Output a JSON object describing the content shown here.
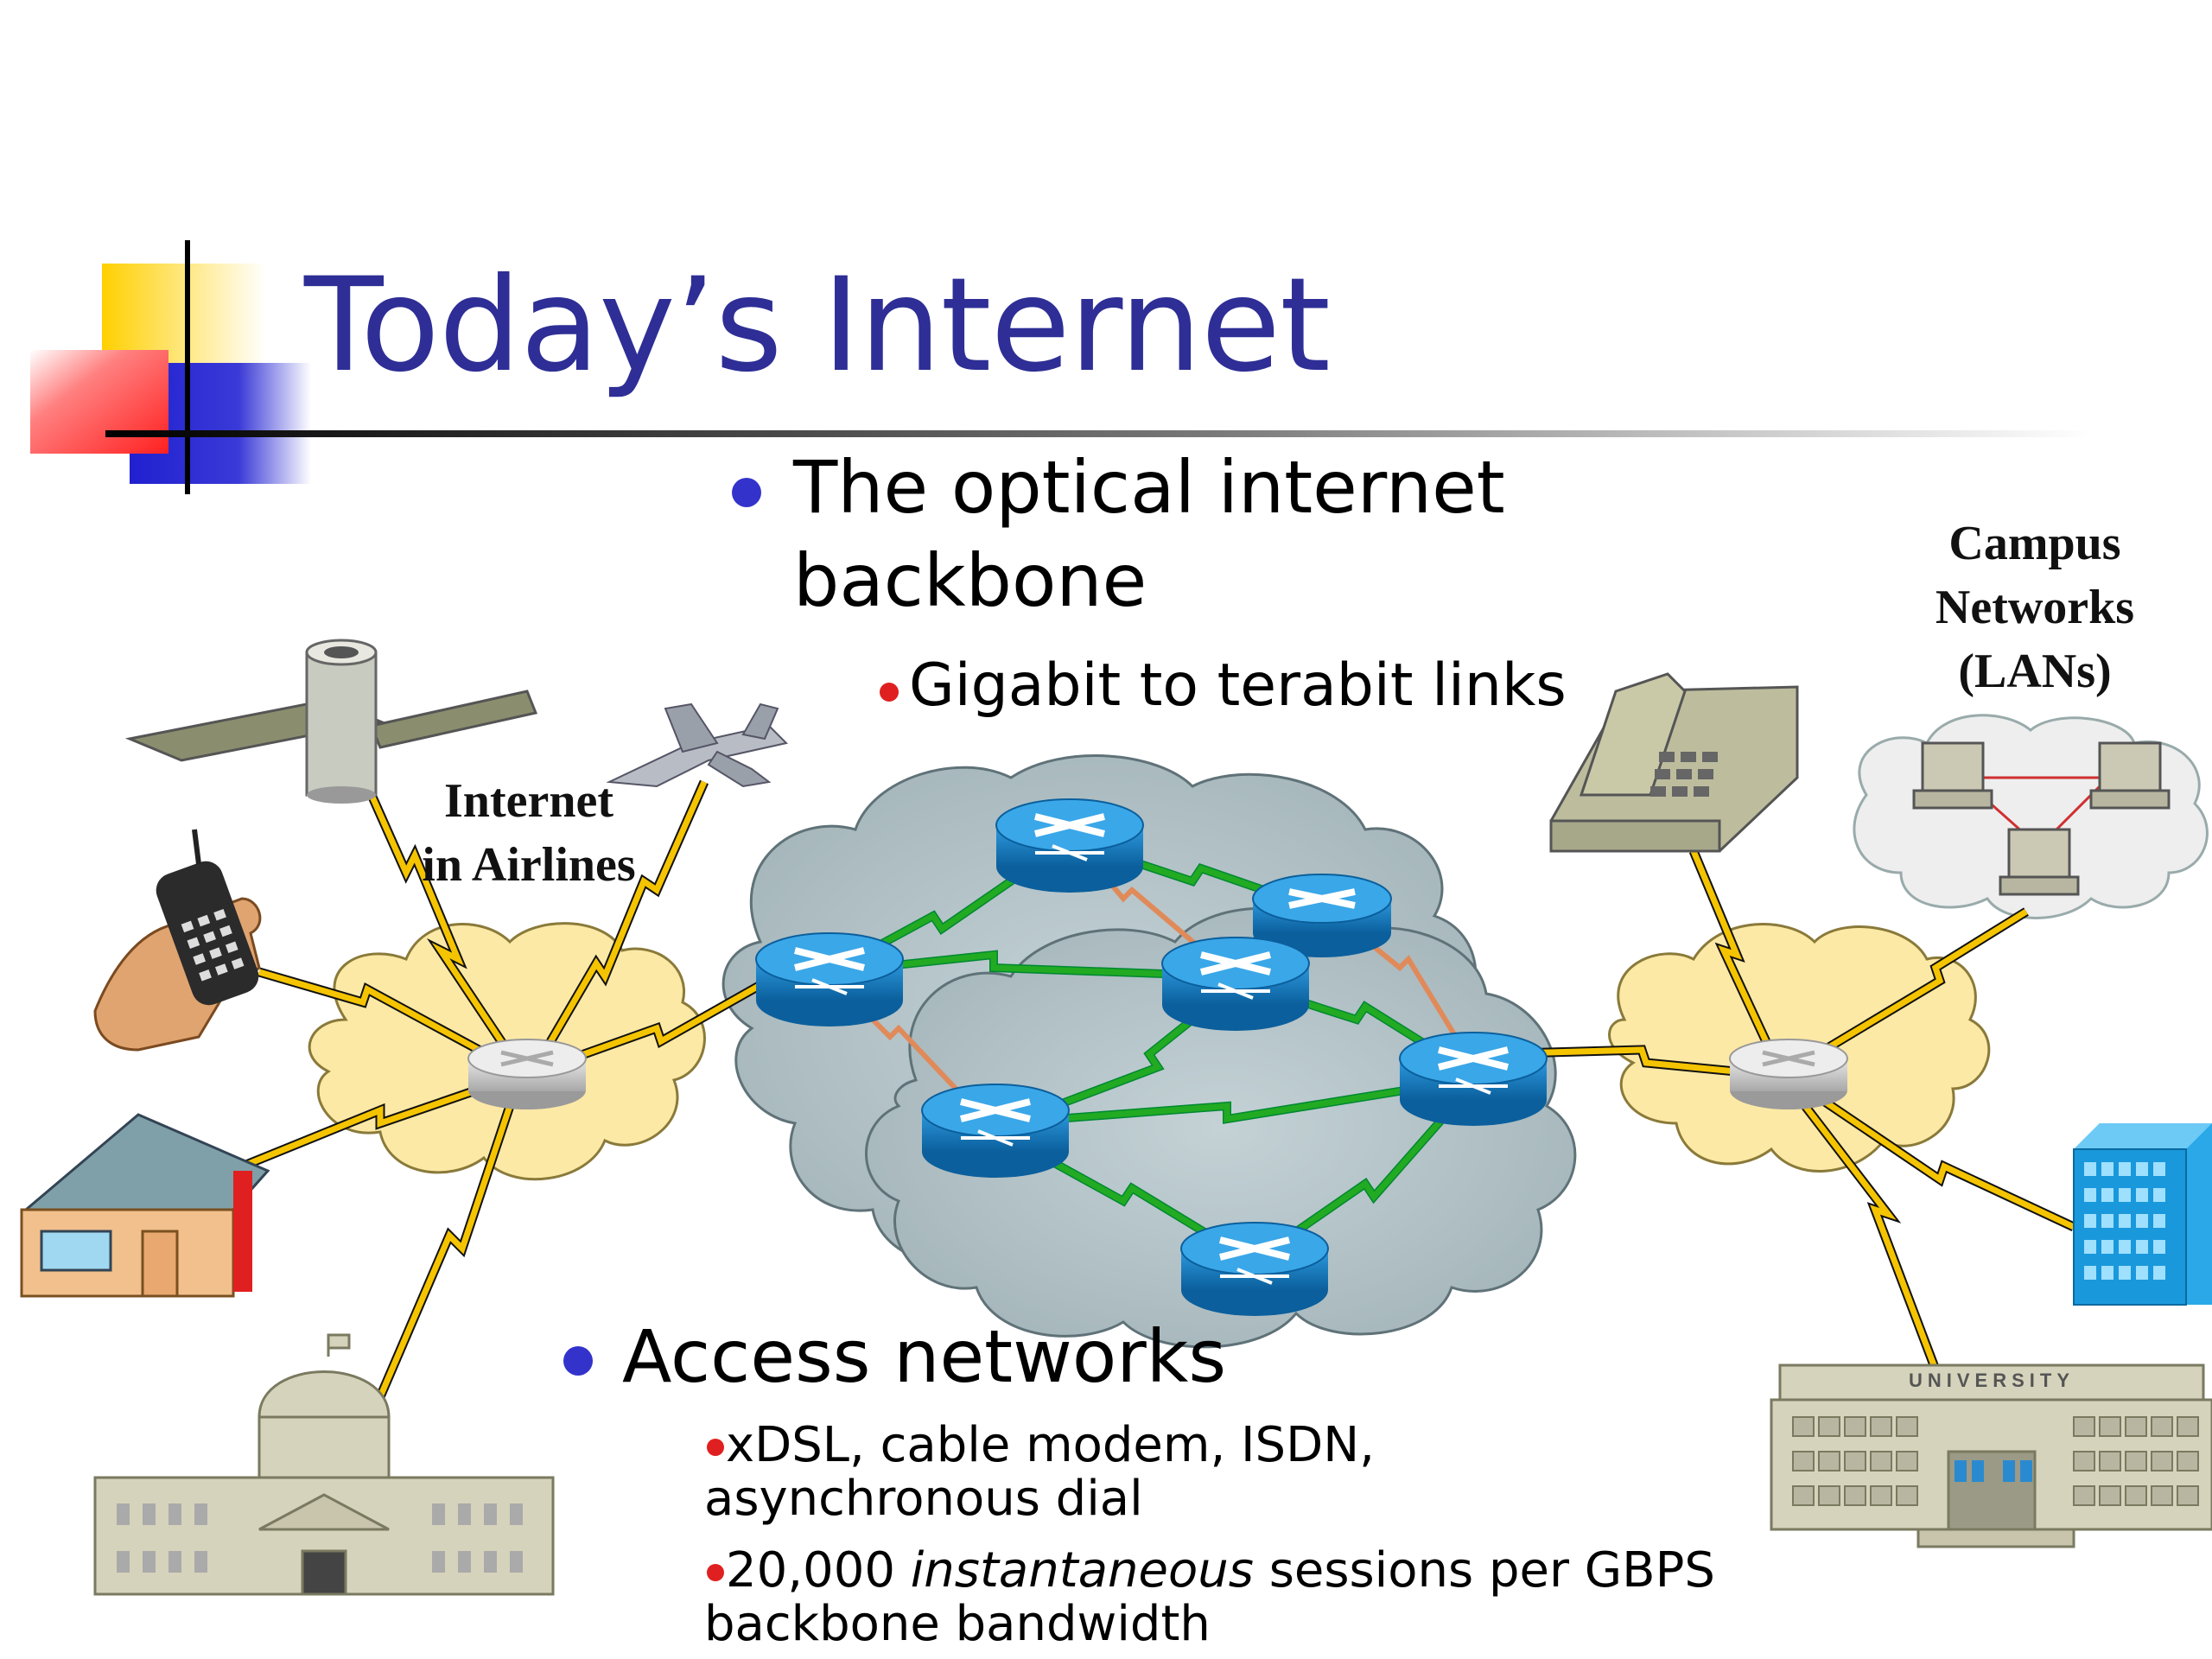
{
  "slide": {
    "title": "Today’s Internet",
    "backbone_bullet": {
      "line1": "The optical internet",
      "line2": "backbone",
      "sub": "Gigabit to terabit links"
    },
    "access_bullet": {
      "heading": "Access networks",
      "sub1_line1": "xDSL, cable modem, ISDN,",
      "sub1_line2": "asynchronous dial",
      "sub2_pre": "20,000 ",
      "sub2_italic": "instantaneous",
      "sub2_post": " sessions per GBPS",
      "sub2_line2": "backbone bandwidth"
    }
  },
  "diagram": {
    "label_airlines_line1": "Internet",
    "label_airlines_line2": "in Airlines",
    "label_campus_line1": "Campus",
    "label_campus_line2": "Networks",
    "label_campus_line3": "(LANs)",
    "university_sign": "UNIVERSITY"
  },
  "colors": {
    "title": "#2e2e96",
    "bullet_main": "#3333cc",
    "bullet_sub": "#e02020",
    "access_link": "#f5c400",
    "backbone_link": "#22aa22",
    "router_blue": "#1273b0",
    "backbone_cloud": "#aebfc4",
    "access_cloud": "#fde9a6"
  }
}
